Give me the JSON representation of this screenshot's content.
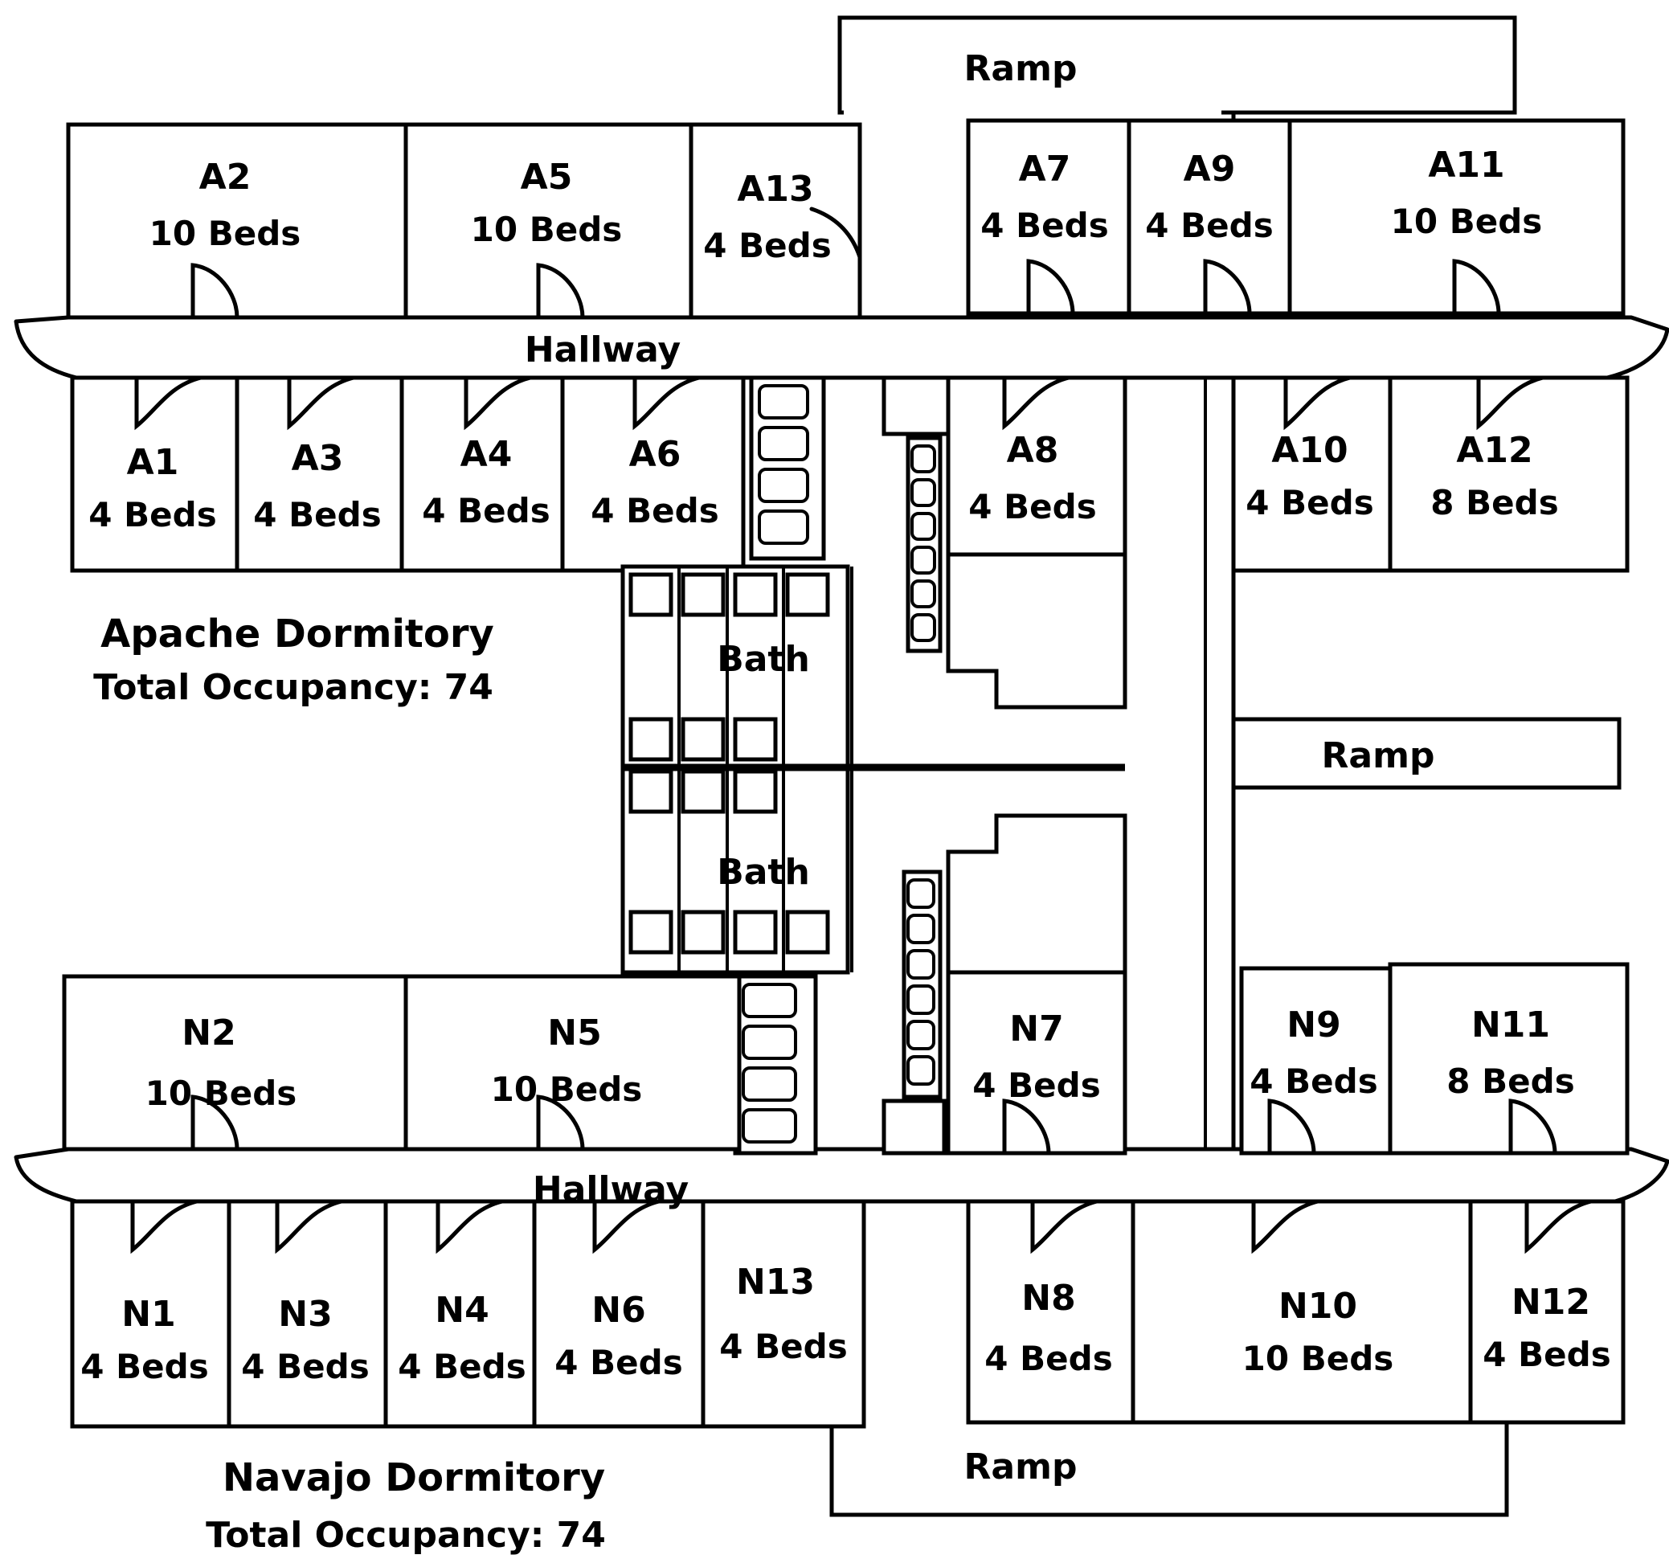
{
  "labels": {
    "ramp_top": "Ramp",
    "ramp_right": "Ramp",
    "ramp_bottom": "Ramp",
    "hallway_top": "Hallway",
    "hallway_bottom": "Hallway",
    "bath_top": "Bath",
    "bath_bottom": "Bath"
  },
  "apache": {
    "name": "Apache Dormitory",
    "occupancy": "Total Occupancy: 74",
    "rooms": {
      "A2": {
        "id": "A2",
        "beds": "10 Beds"
      },
      "A5": {
        "id": "A5",
        "beds": "10 Beds"
      },
      "A13": {
        "id": "A13",
        "beds": "4 Beds"
      },
      "A7": {
        "id": "A7",
        "beds": "4 Beds"
      },
      "A9": {
        "id": "A9",
        "beds": "4 Beds"
      },
      "A11": {
        "id": "A11",
        "beds": "10 Beds"
      },
      "A1": {
        "id": "A1",
        "beds": "4 Beds"
      },
      "A3": {
        "id": "A3",
        "beds": "4 Beds"
      },
      "A4": {
        "id": "A4",
        "beds": "4 Beds"
      },
      "A6": {
        "id": "A6",
        "beds": "4 Beds"
      },
      "A8": {
        "id": "A8",
        "beds": "4 Beds"
      },
      "A10": {
        "id": "A10",
        "beds": "4 Beds"
      },
      "A12": {
        "id": "A12",
        "beds": "8 Beds"
      }
    }
  },
  "navajo": {
    "name": "Navajo Dormitory",
    "occupancy": "Total Occupancy: 74",
    "rooms": {
      "N2": {
        "id": "N2",
        "beds": "10 Beds"
      },
      "N5": {
        "id": "N5",
        "beds": "10 Beds"
      },
      "N7": {
        "id": "N7",
        "beds": "4 Beds"
      },
      "N9": {
        "id": "N9",
        "beds": "4 Beds"
      },
      "N11": {
        "id": "N11",
        "beds": "8 Beds"
      },
      "N1": {
        "id": "N1",
        "beds": "4 Beds"
      },
      "N3": {
        "id": "N3",
        "beds": "4 Beds"
      },
      "N4": {
        "id": "N4",
        "beds": "4 Beds"
      },
      "N6": {
        "id": "N6",
        "beds": "4 Beds"
      },
      "N13": {
        "id": "N13",
        "beds": "4 Beds"
      },
      "N8": {
        "id": "N8",
        "beds": "4 Beds"
      },
      "N10": {
        "id": "N10",
        "beds": "10 Beds"
      },
      "N12": {
        "id": "N12",
        "beds": "4 Beds"
      }
    }
  }
}
